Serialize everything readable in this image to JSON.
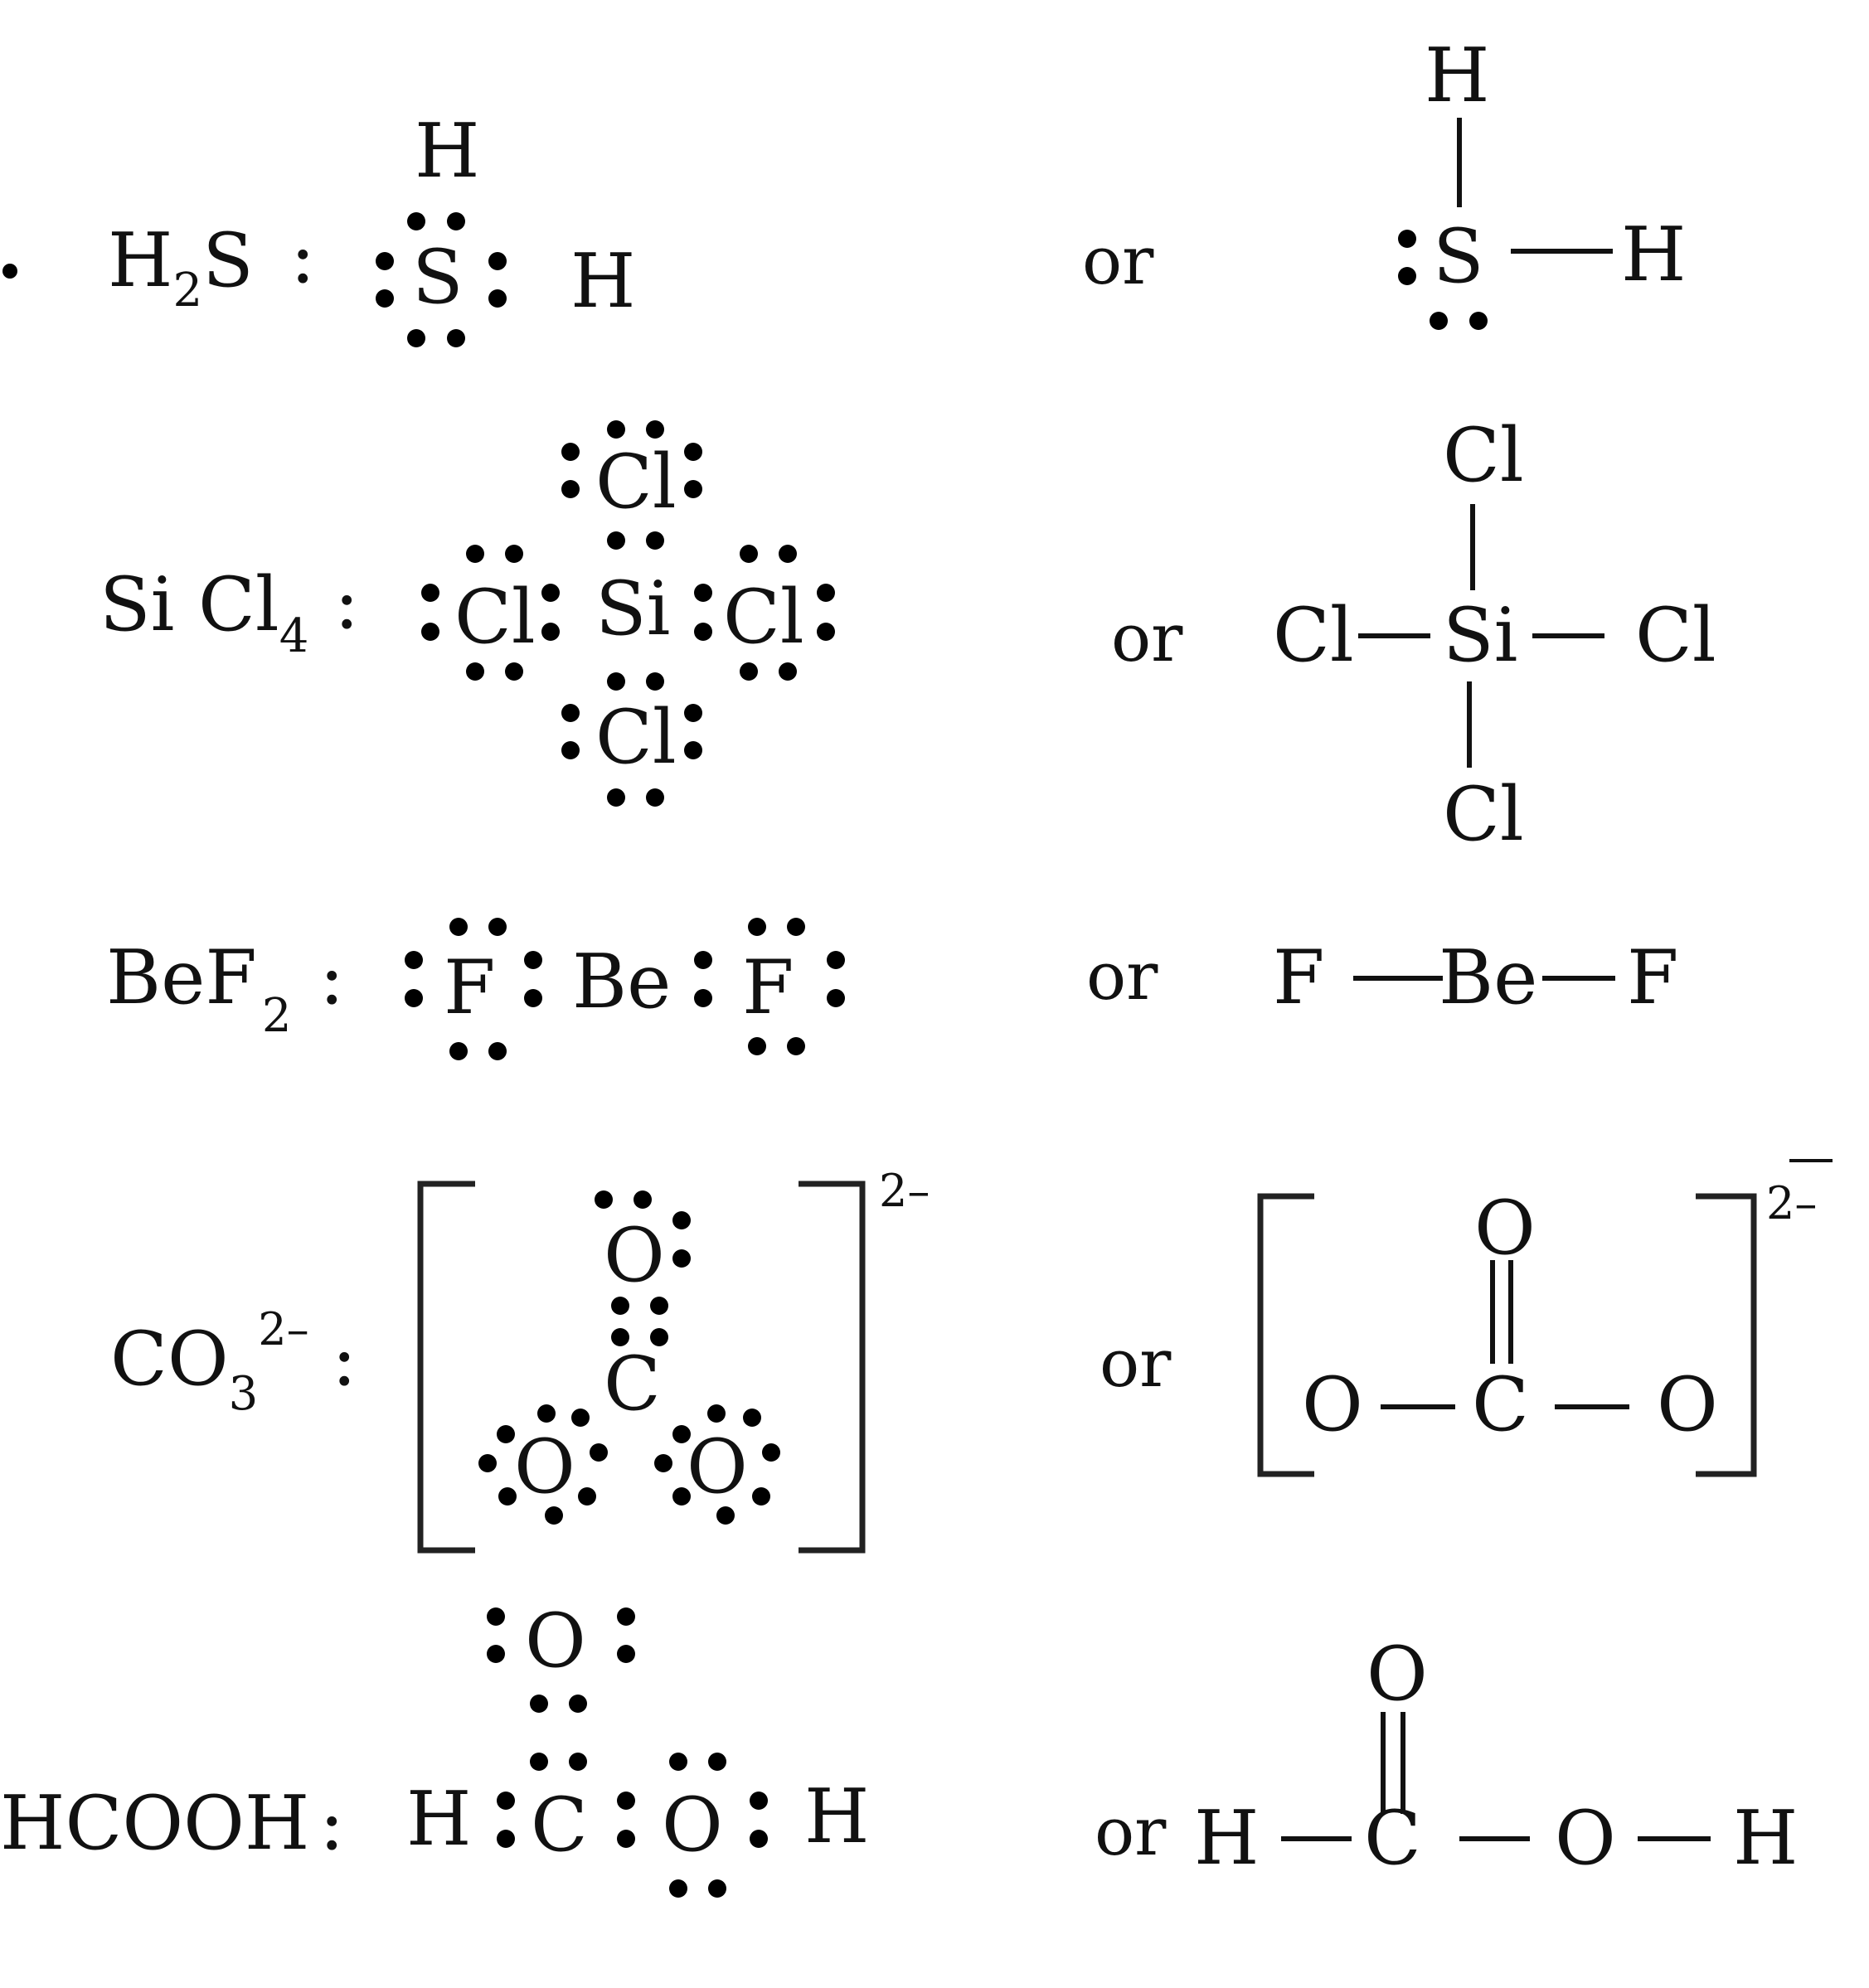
{
  "rows": [
    {
      "formula_parts": [
        "H",
        "2",
        "S"
      ],
      "colon": ":",
      "lewis": {
        "center": "S",
        "top": "H",
        "right": "H"
      },
      "or": "or",
      "structural": {
        "center": "S",
        "top": "H",
        "right": "H"
      }
    },
    {
      "formula_parts": [
        "Si Cl",
        "4"
      ],
      "colon": ":",
      "lewis": {
        "center": "Si",
        "top": "Cl",
        "left": "Cl",
        "right": "Cl",
        "bottom": "Cl"
      },
      "or": "or",
      "structural": {
        "center": "Si",
        "top": "Cl",
        "left": "Cl",
        "right": "Cl",
        "bottom": "Cl"
      }
    },
    {
      "formula_parts": [
        "BeF",
        "2"
      ],
      "colon": ":",
      "lewis": {
        "left": "F",
        "center": "Be",
        "right": "F"
      },
      "or": "or",
      "structural": {
        "left": "F",
        "center": "Be",
        "right": "F"
      }
    },
    {
      "formula_parts": [
        "CO",
        "3",
        "2–"
      ],
      "colon": ":",
      "lewis": {
        "top": "O",
        "center": "C",
        "bottom_left": "O",
        "bottom_right": "O",
        "charge": "2–"
      },
      "or": "or",
      "structural": {
        "top": "O",
        "left": "O",
        "center": "C",
        "right": "O",
        "charge": "2–"
      }
    },
    {
      "formula_parts": [
        "HCOOH"
      ],
      "colon": ":",
      "lewis": {
        "top": "O",
        "left": "H",
        "carbon": "C",
        "oxygen": "O",
        "right": "H"
      },
      "or": "or",
      "structural": {
        "top": "O",
        "left": "H",
        "carbon": "C",
        "oxygen": "O",
        "right": "H"
      }
    }
  ]
}
